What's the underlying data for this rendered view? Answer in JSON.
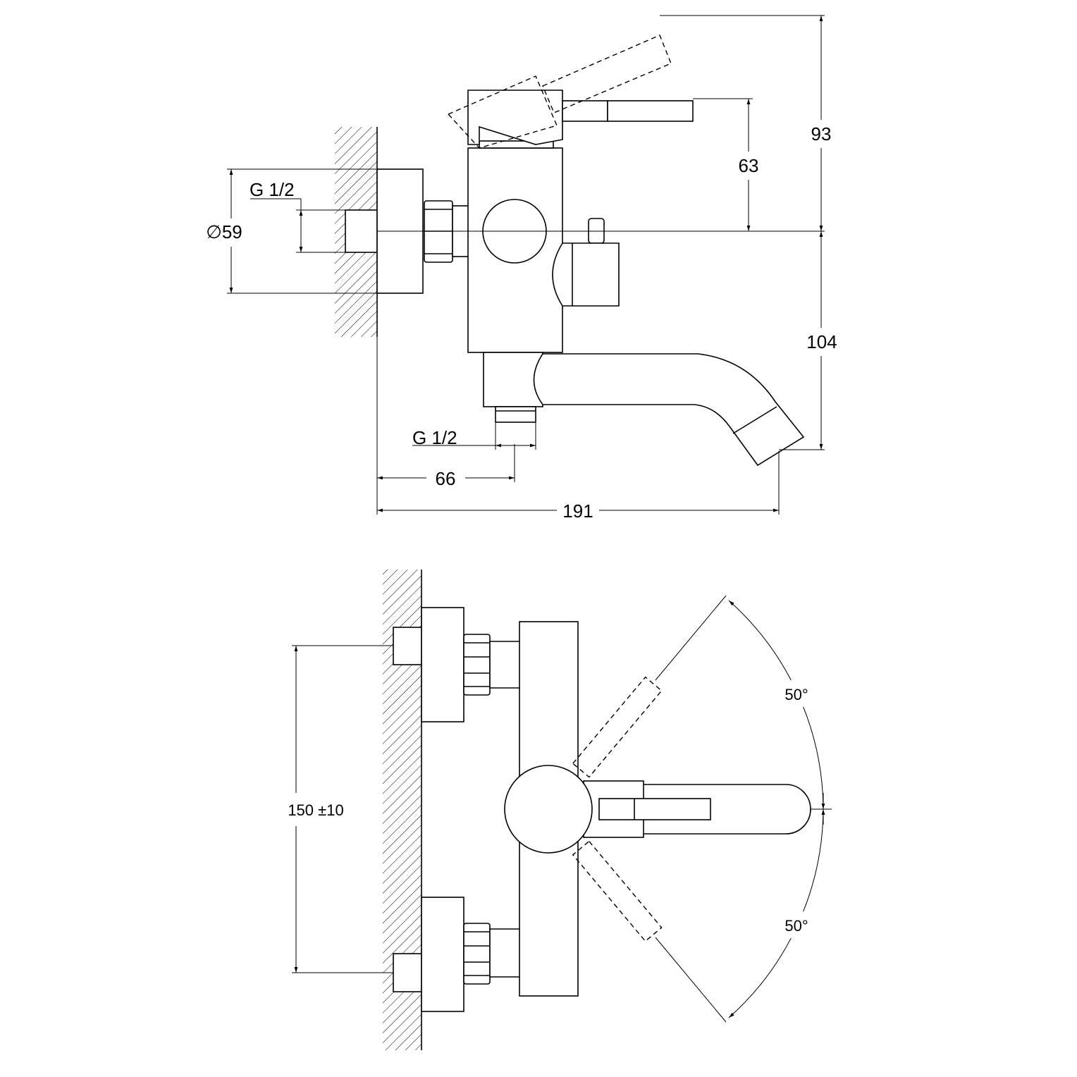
{
  "drawing": {
    "side_view": {
      "dim_total_height_top": "93",
      "dim_handle_height": "63",
      "dim_spout_drop": "104",
      "dim_total_length": "191",
      "dim_outlet_offset": "66",
      "dim_flange_diameter": "∅59",
      "inlet_thread": "G 1/2",
      "outlet_thread": "G 1/2"
    },
    "top_view": {
      "dim_inlet_spacing": "150 ±10",
      "angle_upper": "50°",
      "angle_lower": "50°"
    }
  }
}
